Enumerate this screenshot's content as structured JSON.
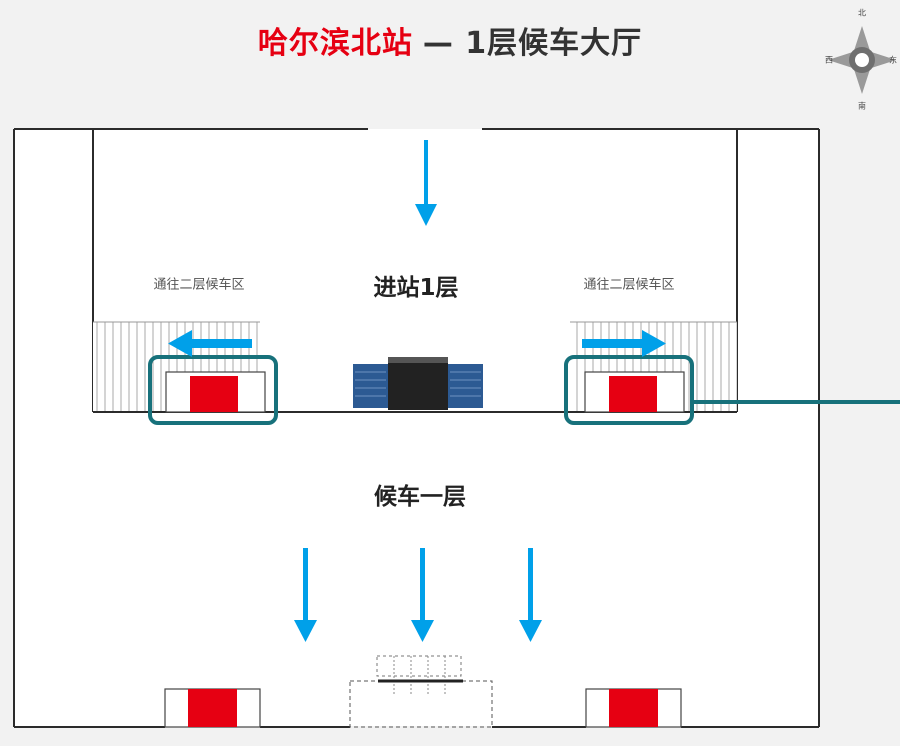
{
  "title": {
    "station": "哈尔滨北站",
    "rest": "— 1层候车大厅"
  },
  "labels": {
    "to_second_left": "通往二层候车区",
    "to_second_right": "通往二层候车区",
    "entrance": "进站1层",
    "waiting": "候车一层"
  },
  "compass": {
    "north": "北",
    "east": "东",
    "south": "南",
    "west": "西"
  },
  "colors": {
    "station_red": "#e60012",
    "arrow_blue": "#00a0e9",
    "highlight_teal": "#17717b",
    "wall": "#2b2b2b",
    "machine_navy": "#2c5a93",
    "machine_black": "#222222"
  }
}
